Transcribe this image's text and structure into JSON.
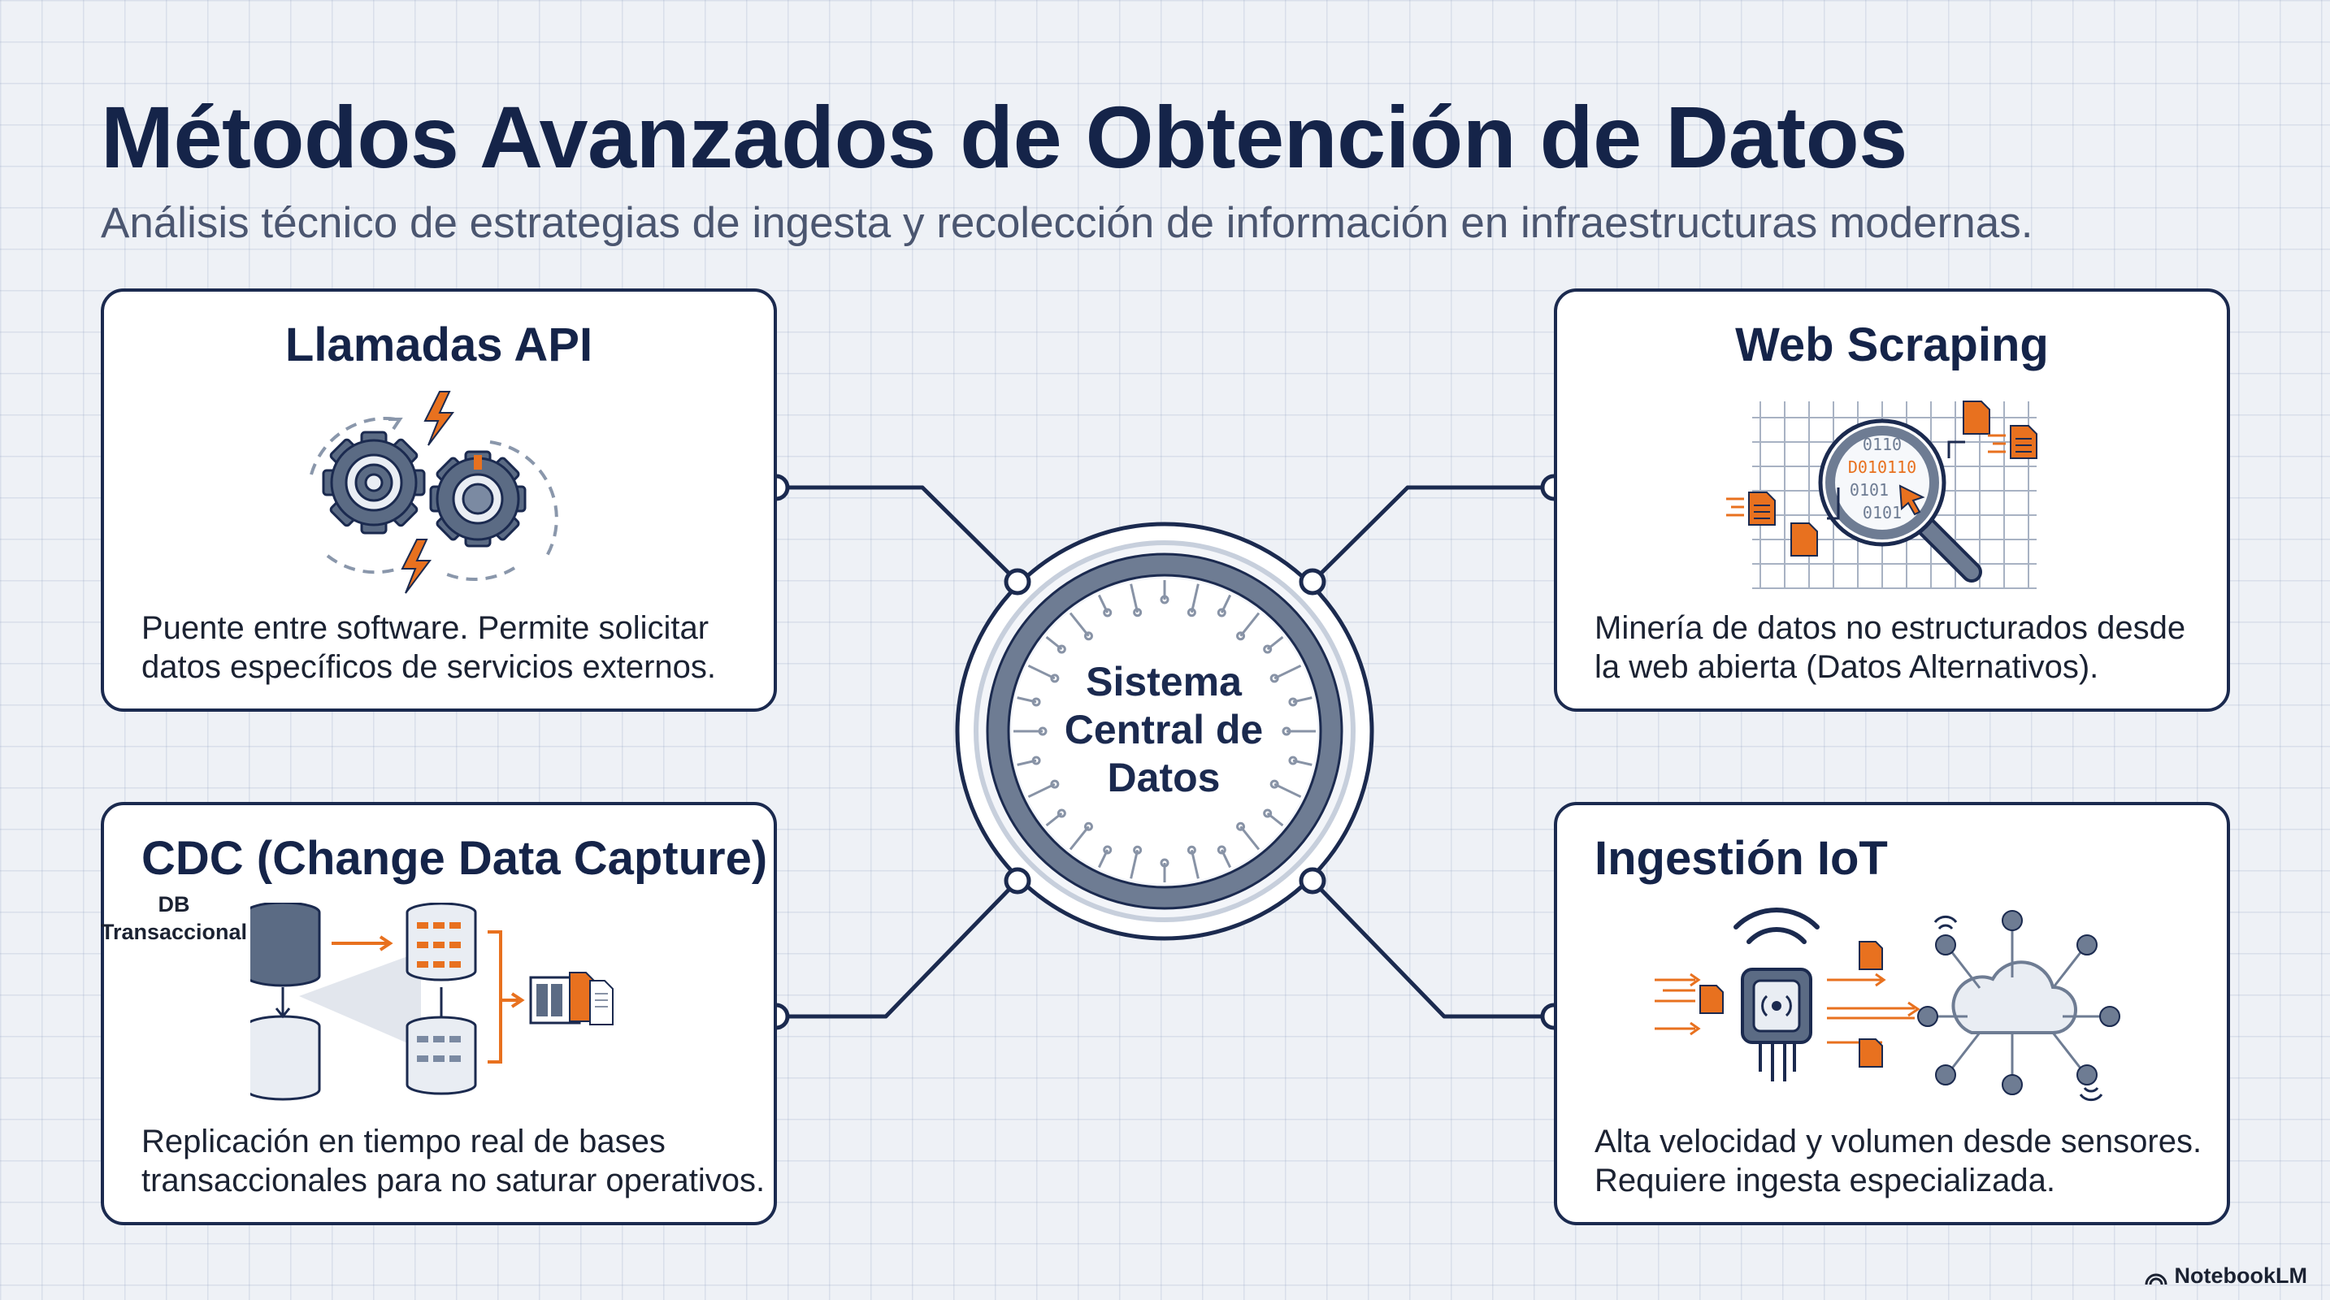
{
  "header": {
    "title": "Métodos Avanzados de Obtención de Datos",
    "subtitle": "Análisis técnico de estrategias de ingesta y recolección de información en infraestructuras modernas."
  },
  "hub": {
    "lines": [
      "Sistema",
      "Central de",
      "Datos"
    ]
  },
  "cards": {
    "api": {
      "title": "Llamadas API",
      "desc_lines": [
        "Puente entre software. Permite solicitar",
        "datos específicos de servicios externos."
      ]
    },
    "scraping": {
      "title": "Web Scraping",
      "desc_lines": [
        "Minería de datos no estructurados desde",
        "la web abierta (Datos Alternativos)."
      ],
      "binary_lines": [
        "0110",
        "D010110",
        "0101",
        "0101"
      ]
    },
    "cdc": {
      "title": "CDC (Change Data Capture)",
      "db_label_lines": [
        "DB",
        "Transaccional"
      ],
      "desc_lines": [
        "Replicación en tiempo real de bases",
        "transaccionales para no saturar operativos."
      ]
    },
    "iot": {
      "title": "Ingestión IoT",
      "desc_lines": [
        "Alta velocidad y volumen desde sensores.",
        "Requiere ingesta especializada."
      ]
    }
  },
  "footer": {
    "brand": "NotebookLM"
  },
  "colors": {
    "navy": "#1b2a4f",
    "accent_orange": "#e8711f",
    "gear_gray": "#5b6b84",
    "background": "#eef1f6"
  },
  "icons": [
    "gears-icon",
    "lightning-icon",
    "magnifier-icon",
    "cursor-icon",
    "document-icon",
    "database-icon",
    "wifi-icon",
    "sensor-icon",
    "cloud-icon",
    "circuit-icon"
  ]
}
